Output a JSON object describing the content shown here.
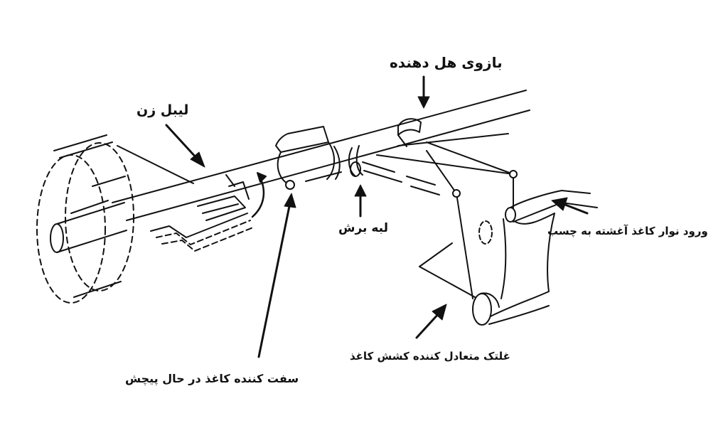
{
  "labels": {
    "lever_arm": "بازوی هل دهنده",
    "labeler": "لیبل زن",
    "cutting_edge": "لبه برش",
    "glued_paper_entry": "ورود نوار کاغذ آغشته به چسب",
    "tension_roller": "غلتک متعادل کننده کشش کاغذ",
    "winding_stiffener": "سفت کننده کاغذ در حال پیچش"
  },
  "colors": {
    "line": "#111111",
    "background": "#ffffff"
  }
}
